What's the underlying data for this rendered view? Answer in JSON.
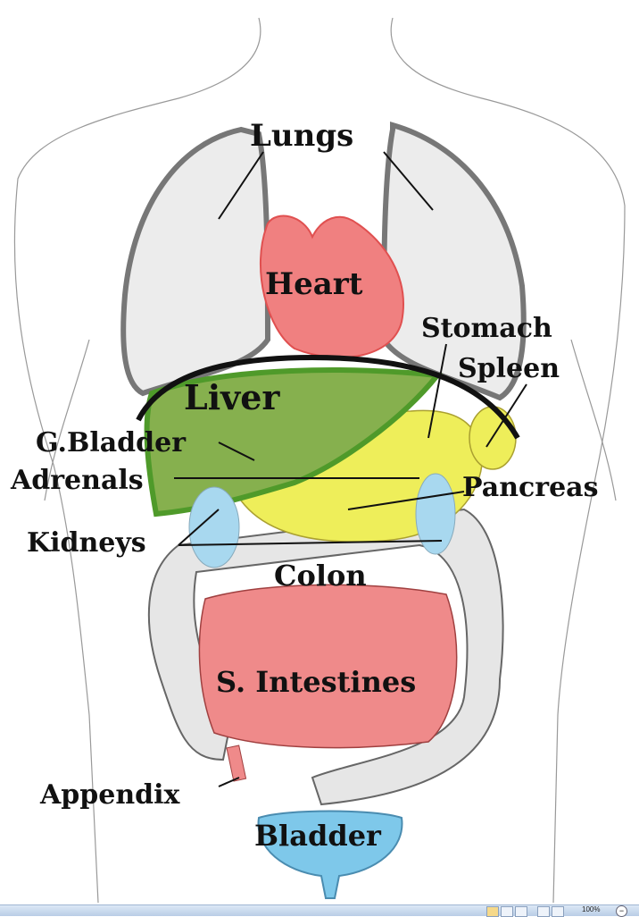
{
  "labels": {
    "lungs": "Lungs",
    "heart": "Heart",
    "stomach": "Stomach",
    "spleen": "Spleen",
    "liver": "Liver",
    "gallbladder": "G.Bladder",
    "adrenals": "Adrenals",
    "pancreas": "Pancreas",
    "kidneys": "Kidneys",
    "colon": "Colon",
    "small_intestines": "S. Intestines",
    "appendix": "Appendix",
    "bladder": "Bladder"
  },
  "colors": {
    "heart": "#f08080",
    "liver": "#86b04e",
    "liver_outline": "#4f9a2a",
    "stomach": "#eeee5a",
    "kidneys": "#a8d8ef",
    "intestines": "#ef8a8a",
    "bladder": "#7ec8ea",
    "colon": "#e6e6e6",
    "lungs": "#ececec"
  },
  "statusbar": {
    "zoom": "100%",
    "zoom_out": "−"
  }
}
